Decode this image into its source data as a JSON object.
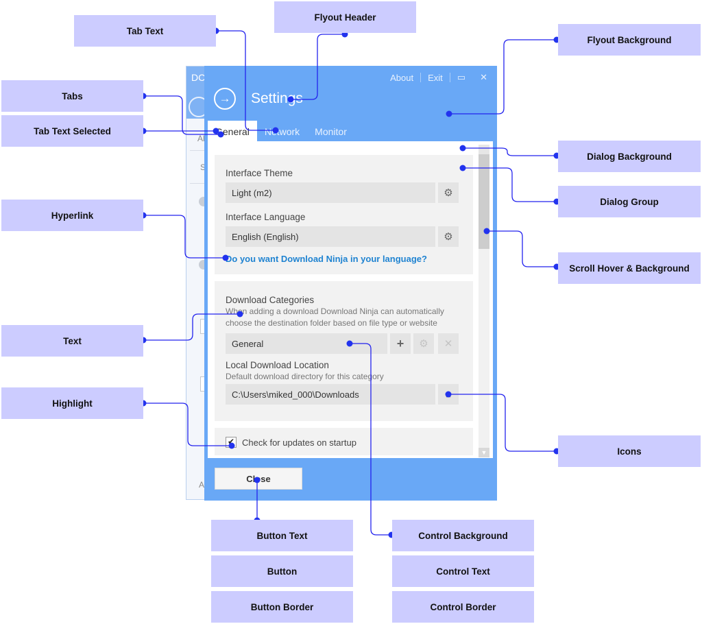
{
  "annotations": {
    "tab_text": "Tab Text",
    "flyout_header": "Flyout Header",
    "flyout_background": "Flyout Background",
    "tabs": "Tabs",
    "tab_text_selected": "Tab Text Selected",
    "dialog_background": "Dialog Background",
    "dialog_group": "Dialog Group",
    "hyperlink": "Hyperlink",
    "scroll_hover_background": "Scroll Hover & Background",
    "text": "Text",
    "highlight": "Highlight",
    "icons": "Icons",
    "button_text": "Button Text",
    "button": "Button",
    "button_border": "Button Border",
    "control_background": "Control Background",
    "control_text": "Control Text",
    "control_border": "Control Border"
  },
  "back_window": {
    "title": "DC",
    "text_1": "Al",
    "text_2": "S",
    "text_3": "A"
  },
  "flyout": {
    "topbar": {
      "about": "About",
      "exit": "Exit"
    },
    "title": "Settings",
    "tabs": [
      {
        "label": "General",
        "selected": true
      },
      {
        "label": "Network",
        "selected": false
      },
      {
        "label": "Monitor",
        "selected": false
      }
    ],
    "group1": {
      "theme_label": "Interface Theme",
      "theme_value": "Light (m2)",
      "language_label": "Interface Language",
      "language_value": "English (English)",
      "link": "Do you want Download Ninja in your language?"
    },
    "group2": {
      "categories_label": "Download Categories",
      "categories_desc": "When adding a download Download Ninja can automatically choose the destination folder based on file type or website",
      "category_value": "General",
      "location_label": "Local Download Location",
      "location_desc": "Default download directory for this category",
      "location_value": "C:\\Users\\miked_000\\Downloads"
    },
    "group3": {
      "checkbox_label": "Check for updates on startup",
      "checked": true
    },
    "close_button": "Close"
  },
  "colors": {
    "flyout": "#69a8f6",
    "label_bg": "#ccccff",
    "connector": "#2222ee",
    "link": "#1f83d1"
  }
}
